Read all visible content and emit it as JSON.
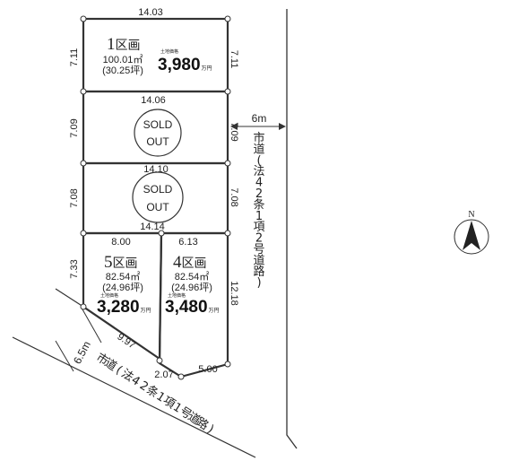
{
  "lots": {
    "lot1": {
      "number": "1",
      "suffix": "区画",
      "area_sqm": "100.01㎡",
      "area_tsubo": "(30.25坪)",
      "price_label": "土地価格",
      "price": "3,980",
      "unit": "万円"
    },
    "lot2": {
      "status_line1": "SOLD",
      "status_line2": "OUT"
    },
    "lot3": {
      "status_line1": "SOLD",
      "status_line2": "OUT"
    },
    "lot4": {
      "number": "4",
      "suffix": "区画",
      "area_sqm": "82.54㎡",
      "area_tsubo": "(24.96坪)",
      "price_label": "土地価格",
      "price": "3,480",
      "unit": "万円"
    },
    "lot5": {
      "number": "5",
      "suffix": "区画",
      "area_sqm": "82.54㎡",
      "area_tsubo": "(24.96坪)",
      "price_label": "土地価格",
      "price": "3,280",
      "unit": "万円"
    }
  },
  "dimensions": {
    "top": "14.03",
    "lot1_left": "7.11",
    "lot1_right": "7.11",
    "line_1_2": "14.06",
    "lot2_left": "7.09",
    "lot2_right": "7.09",
    "line_2_3": "14.10",
    "lot3_left": "7.08",
    "lot3_right": "7.08",
    "line_3_45": "14.14",
    "lot5_top": "8.00",
    "lot4_top": "6.13",
    "lot5_left": "7.33",
    "lot5_diag": "9.97",
    "corner_cut": "2.07",
    "lot4_bottom": "5.00",
    "lot4_right": "12.18"
  },
  "roads": {
    "east": {
      "width": "6m",
      "chars": [
        "市",
        "道",
        "(",
        "法",
        "4",
        "2",
        "条",
        "1",
        "項",
        "2",
        "号",
        "道",
        "路",
        ")"
      ]
    },
    "southwest": {
      "width": "6.5m",
      "chars": [
        "市",
        "道",
        "(",
        "法",
        "4",
        "2",
        "条",
        "1",
        "項",
        "1",
        "号",
        "道",
        "路",
        ")"
      ]
    }
  },
  "compass": {
    "label": "N"
  }
}
